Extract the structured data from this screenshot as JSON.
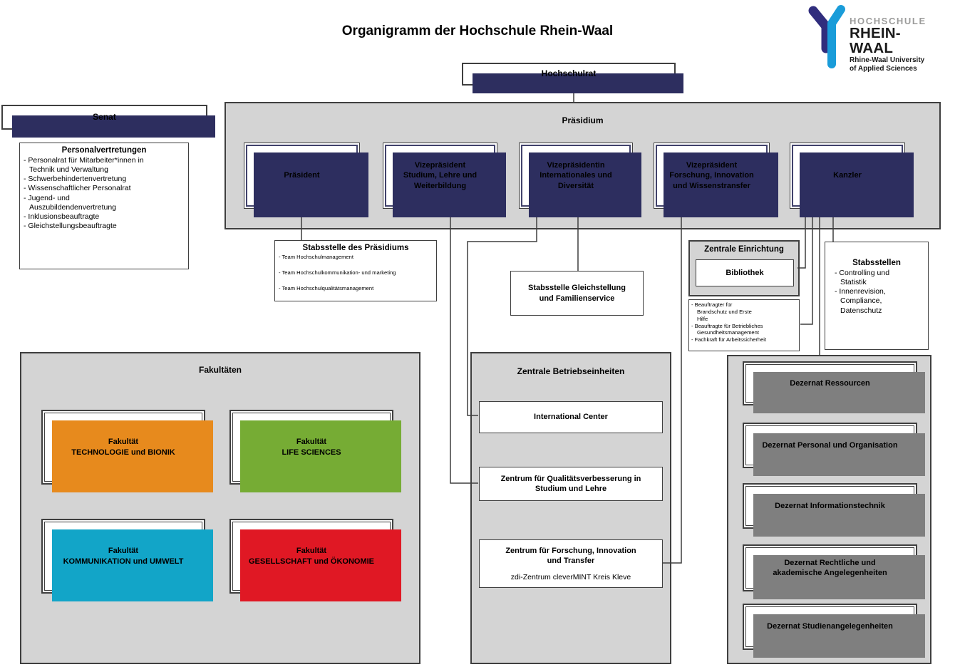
{
  "title": "Organigramm der Hochschule Rhein-Waal",
  "logo": {
    "line1": "HOCHSCHULE",
    "line2": "RHEIN-WAAL",
    "line3": "Rhine-Waal University",
    "line4": "of Applied Sciences",
    "mark_dark": "#302d7d",
    "mark_light": "#1a9cd9"
  },
  "colors": {
    "navy": "#2d2e5f",
    "container_gray": "#d4d4d4",
    "shadow_gray": "#7f7f7f"
  },
  "hochschulrat": {
    "label": "Hochschulrat"
  },
  "senat": {
    "label": "Senat"
  },
  "personalvertretungen": {
    "title": "Personalvertretungen",
    "items": [
      "- Personalrat für Mitarbeiter*innen in\nTechnik und Verwaltung",
      "- Schwerbehindertenvertretung",
      "- Wissenschaftlicher Personalrat",
      "- Jugend- und\nAuszubildendenvertretung",
      "- Inklusionsbeauftragte",
      "- Gleichstellungsbeauftragte"
    ]
  },
  "praesidium": {
    "title": "Präsidium",
    "boxes": [
      {
        "label": "Präsident"
      },
      {
        "label": "Vizepräsident\nStudium, Lehre und\nWeiterbildung"
      },
      {
        "label": "Vizepräsidentin\nInternationales und\nDiversität"
      },
      {
        "label": "Vizepräsident\nForschung, Innovation\nund Wissenstransfer"
      },
      {
        "label": "Kanzler"
      }
    ]
  },
  "stabsstelle_praesidium": {
    "title": "Stabsstelle des Präsidiums",
    "items": [
      "- Team Hochschulmanagement",
      "- Team Hochschulkommunikation- und marketing",
      "- Team Hochschulqualitätsmanagement"
    ]
  },
  "stabsstelle_gleichstellung": {
    "label": "Stabsstelle Gleichstellung\nund Familienservice"
  },
  "zentrale_einrichtung": {
    "title": "Zentrale Einrichtung",
    "bibliothek": "Bibliothek"
  },
  "beauftragte": {
    "items": [
      "- Beauftragter für\nBrandschutz und Erste\nHilfe",
      "- Beauftragte für Betriebliches\nGesundheitsmanagement",
      "- Fachkraft für Arbeitssicherheit"
    ]
  },
  "stabsstellen": {
    "title": "Stabsstellen",
    "items": [
      "- Controlling und\nStatistik",
      "- Innenrevision,\nCompliance,\nDatenschutz"
    ]
  },
  "fakultaeten": {
    "title": "Fakultäten",
    "boxes": [
      {
        "label": "Fakultät\nTECHNOLOGIE und BIONIK",
        "color": "#e78a1d"
      },
      {
        "label": "Fakultät\nLIFE SCIENCES",
        "color": "#76ac34"
      },
      {
        "label": "Fakultät\nKOMMUNIKATION und UMWELT",
        "color": "#12a5c8"
      },
      {
        "label": "Fakultät\nGESELLSCHAFT und ÖKONOMIE",
        "color": "#e01824"
      }
    ]
  },
  "betriebseinheiten": {
    "title": "Zentrale Betriebseinheiten",
    "boxes": [
      {
        "label": "International Center"
      },
      {
        "label": "Zentrum für Qualitätsverbesserung in\nStudium und Lehre"
      },
      {
        "label": "Zentrum für Forschung, Innovation\nund Transfer",
        "subtitle": "zdi-Zentrum cleverMINT Kreis Kleve"
      }
    ]
  },
  "dezernate": {
    "items": [
      "Dezernat Ressourcen",
      "Dezernat Personal und Organisation",
      "Dezernat Informationstechnik",
      "Dezernat Rechtliche und\nakademische Angelegenheiten",
      "Dezernat Studienangelegenheiten"
    ]
  }
}
